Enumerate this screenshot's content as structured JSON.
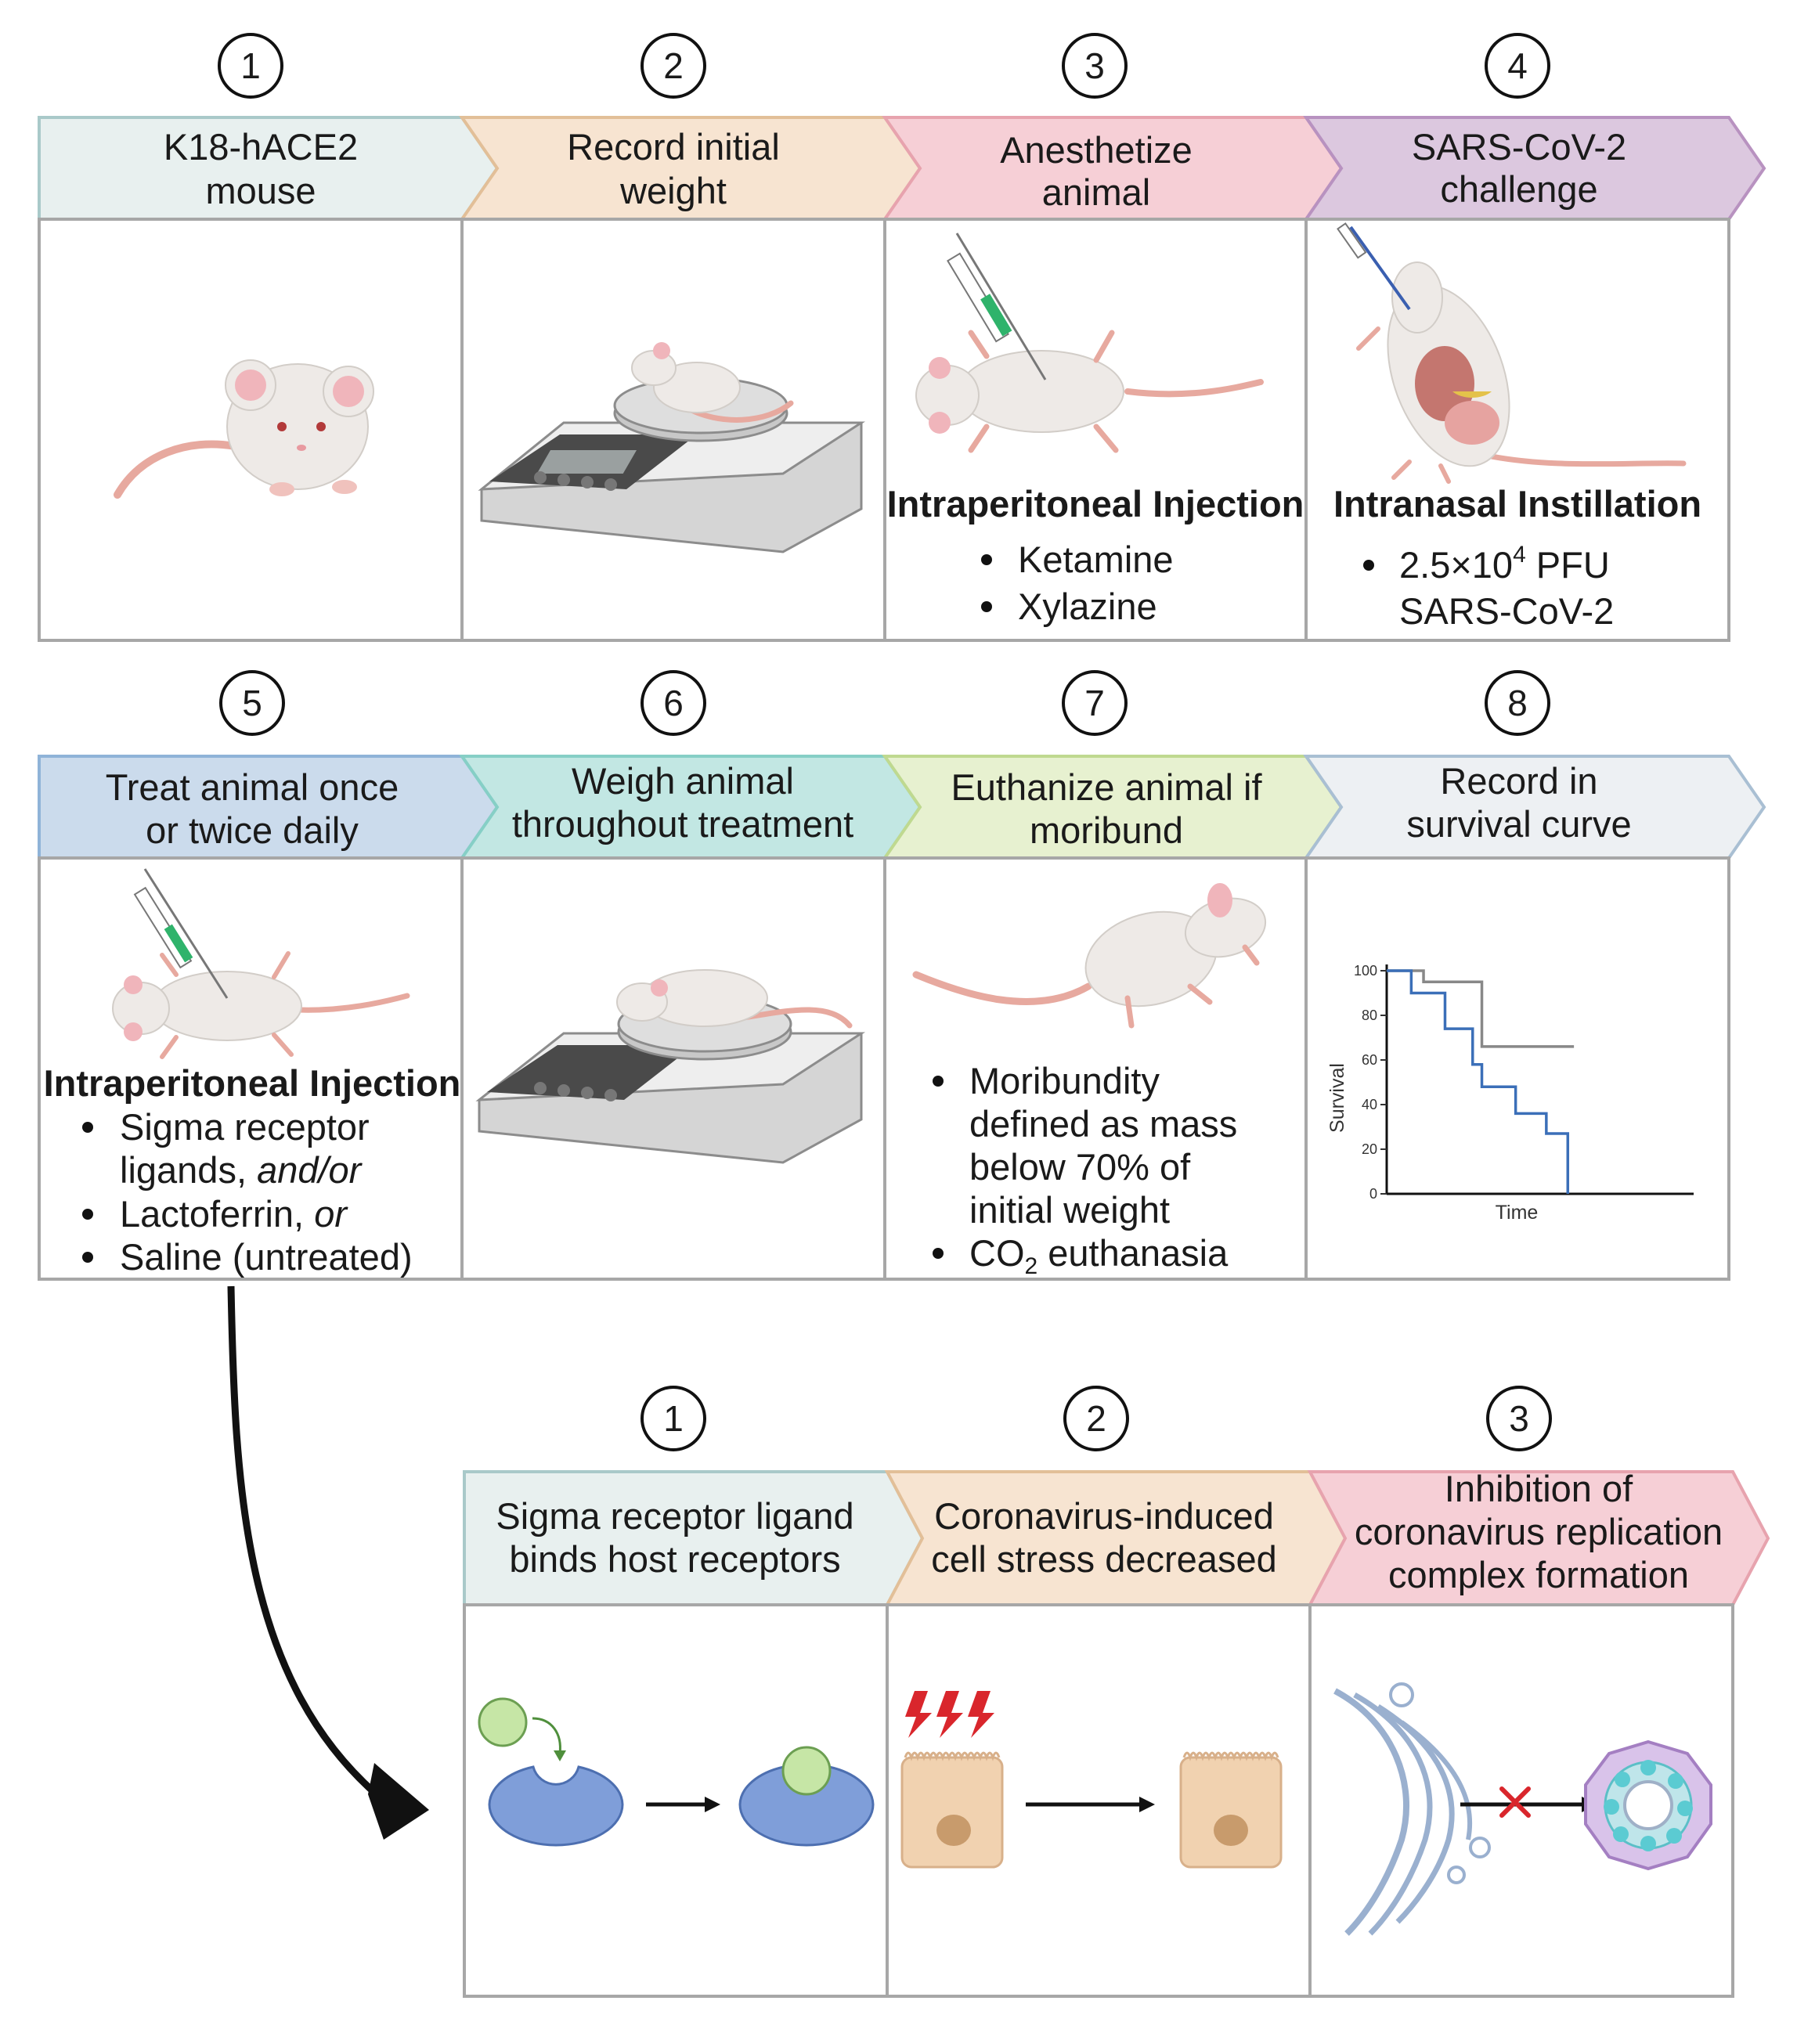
{
  "colors": {
    "s1": "#e8f0ef",
    "s1_stroke": "#a9c9c9",
    "s2": "#f7e4d1",
    "s2_stroke": "#e2bf98",
    "s3": "#f6cfd6",
    "s3_stroke": "#e7a3ae",
    "s4": "#dcc8df",
    "s4_stroke": "#b892c0",
    "s5": "#cbdbec",
    "s5_stroke": "#8fb3d8",
    "s6": "#c2e7e3",
    "s6_stroke": "#86cfc6",
    "s7": "#e7f1d0",
    "s7_stroke": "#bfd990",
    "s8": "#edf0f3",
    "s8_stroke": "#a9bfd3",
    "mouse_body": "#eeeae7",
    "mouse_tail": "#e7a99f",
    "syringe_fluid": "#2fb36b",
    "receptor": "#7f9ed9",
    "ligand": "#c6e6a6",
    "cell": "#f1d2b0",
    "stress_bolt": "#d9262c",
    "inhibit_x": "#d9262c",
    "survival_treated": "#888888",
    "survival_untreated": "#3b6fb8"
  },
  "workflow": {
    "steps": [
      {
        "number": "1",
        "title_lines": [
          "K18-hACE2",
          "mouse"
        ],
        "bold": "",
        "bullets": []
      },
      {
        "number": "2",
        "title_lines": [
          "Record initial",
          "weight"
        ],
        "bold": "",
        "bullets": []
      },
      {
        "number": "3",
        "title_lines": [
          "Anesthetize",
          "animal"
        ],
        "bold": "Intraperitoneal Injection",
        "bullets": [
          "Ketamine",
          "Xylazine"
        ]
      },
      {
        "number": "4",
        "title_lines": [
          "SARS-CoV-2",
          "challenge"
        ],
        "bold": "Intranasal Instillation",
        "bullets_rich": "2.5×10⁴ PFU SARS-CoV-2"
      },
      {
        "number": "5",
        "title_lines": [
          "Treat animal once",
          "or twice daily"
        ],
        "bold": "Intraperitoneal Injection",
        "bullets_lines": [
          "Sigma receptor",
          "ligands, and/or",
          "Lactoferrin, or",
          "Saline (untreated)"
        ]
      },
      {
        "number": "6",
        "title_lines": [
          "Weigh animal",
          "throughout treatment"
        ],
        "bold": "",
        "bullets": []
      },
      {
        "number": "7",
        "title_lines": [
          "Euthanize animal if",
          "moribund"
        ],
        "bold": "",
        "bullets_lines": [
          "Moribundity",
          "defined as mass",
          "below 70% of",
          "initial weight",
          "CO₂ euthanasia"
        ]
      },
      {
        "number": "8",
        "title_lines": [
          "Record in",
          "survival curve"
        ],
        "bold": "",
        "bullets": []
      }
    ]
  },
  "step4_text": {
    "prefix": "2.5×10",
    "sup": "4",
    "suffix": " PFU",
    "line2": "SARS-CoV-2"
  },
  "step5_text": {
    "l1": "Sigma receptor",
    "l2a": "ligands, ",
    "l2b": "and/or",
    "l3a": "Lactoferrin, ",
    "l3b": "or",
    "l4": "Saline (untreated)"
  },
  "step7_text": {
    "l1": "Moribundity",
    "l2": "defined as mass",
    "l3": "below 70% of",
    "l4": "initial weight",
    "l5a": "CO",
    "l5sub": "2",
    "l5b": " euthanasia"
  },
  "mechanism": {
    "steps": [
      {
        "number": "1",
        "title_lines": [
          "Sigma receptor ligand",
          "binds host receptors"
        ]
      },
      {
        "number": "2",
        "title_lines": [
          "Coronavirus-induced",
          "cell stress decreased"
        ]
      },
      {
        "number": "3",
        "title_lines": [
          "Inhibition of",
          "coronavirus replication",
          "complex formation"
        ]
      }
    ]
  },
  "chart_data": {
    "type": "line",
    "title": "",
    "xlabel": "Time",
    "ylabel": "Survival",
    "ylim": [
      0,
      100
    ],
    "yticks": [
      0,
      20,
      40,
      60,
      80,
      100
    ],
    "xlim": [
      0,
      10
    ],
    "series": [
      {
        "values_step": [
          [
            0,
            100
          ],
          [
            1.2,
            100
          ],
          [
            1.2,
            95
          ],
          [
            3.1,
            95
          ],
          [
            3.1,
            66
          ],
          [
            6.1,
            66
          ]
        ]
      },
      {
        "values_step": [
          [
            0,
            100
          ],
          [
            0.8,
            100
          ],
          [
            0.8,
            90
          ],
          [
            1.9,
            90
          ],
          [
            1.9,
            74
          ],
          [
            2.8,
            74
          ],
          [
            2.8,
            58
          ],
          [
            3.1,
            58
          ],
          [
            3.1,
            48
          ],
          [
            4.2,
            48
          ],
          [
            4.2,
            36
          ],
          [
            5.2,
            36
          ],
          [
            5.2,
            27
          ],
          [
            5.9,
            27
          ],
          [
            5.9,
            0
          ]
        ]
      }
    ]
  }
}
